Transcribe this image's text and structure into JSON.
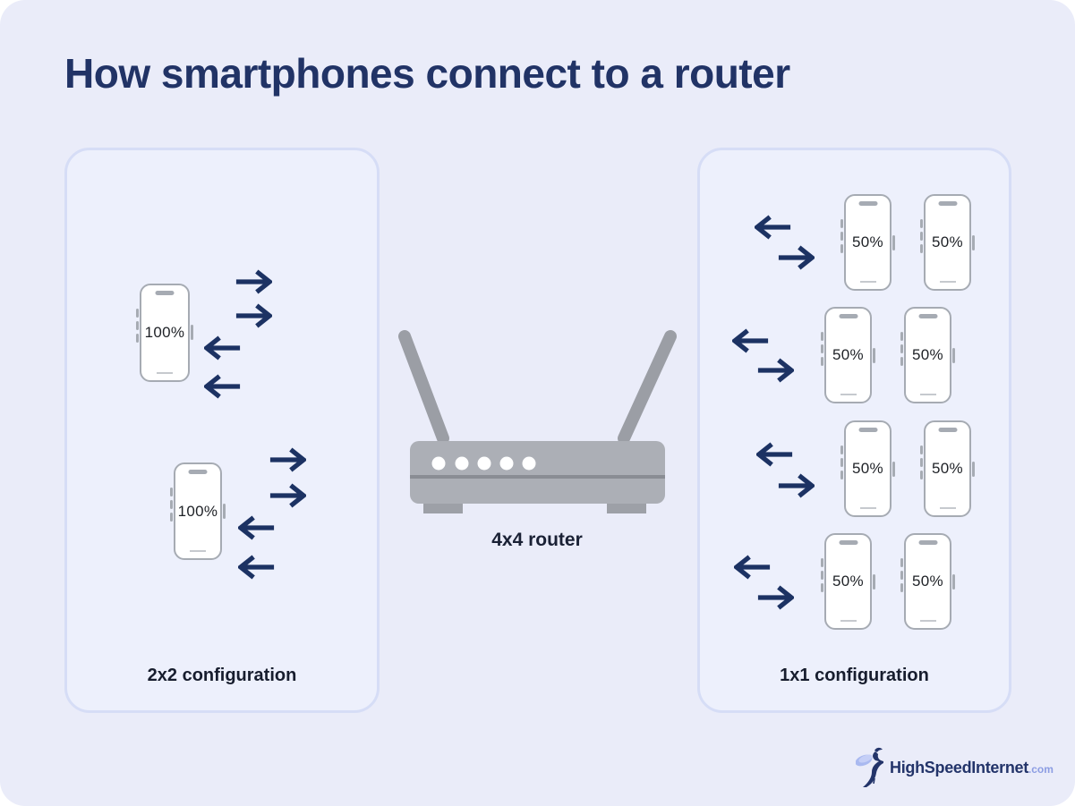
{
  "page": {
    "title": "How smartphones connect to a router"
  },
  "left_panel": {
    "label": "2x2 configuration",
    "phones": [
      {
        "battery": "100%"
      },
      {
        "battery": "100%"
      }
    ],
    "arrows_per_phone": {
      "uplink": 2,
      "downlink": 2
    }
  },
  "right_panel": {
    "label": "1x1 configuration",
    "phones": [
      {
        "battery": "50%"
      },
      {
        "battery": "50%"
      },
      {
        "battery": "50%"
      },
      {
        "battery": "50%"
      },
      {
        "battery": "50%"
      },
      {
        "battery": "50%"
      },
      {
        "battery": "50%"
      },
      {
        "battery": "50%"
      }
    ],
    "arrows_per_row": {
      "uplink": 1,
      "downlink": 1
    }
  },
  "router": {
    "label": "4x4 router",
    "led_count": 5
  },
  "logo": {
    "brand": "HighSpeedInternet",
    "suffix": ".com",
    "icon": "hummingbird-icon"
  },
  "icons": {
    "uplink": "arrow-right-icon",
    "downlink": "arrow-left-icon"
  },
  "colors": {
    "background": "#EAECF9",
    "panel_fill": "#EDF0FC",
    "panel_border": "#D6DDF6",
    "title": "#213366",
    "arrow_navy": "#1C3263",
    "label_dark": "#171D2E",
    "router_body": "#ACAFB6",
    "router_antenna": "#9B9EA5",
    "router_divider": "#8A8D94",
    "phone_border": "#A6ABB3",
    "logo_brand": "#23346A",
    "logo_suffix": "#8C9DE3"
  }
}
